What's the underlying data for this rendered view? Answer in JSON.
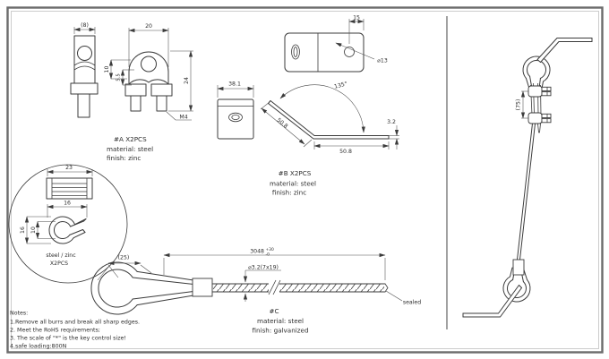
{
  "drawing": {
    "part_a": {
      "label": "#A X2PCS",
      "material": "material: steel",
      "finish": "finish: zinc",
      "dims": {
        "side_width": "(8)",
        "width": "20",
        "inner_height": "10",
        "saddle": "5.5",
        "height": "24",
        "thread": "M4"
      }
    },
    "part_b": {
      "label": "#B X2PCS",
      "material": "material: steel",
      "finish": "finish: zinc",
      "dims": {
        "hole_offset": "15",
        "hole_dia": "⌀13",
        "width": "38.1",
        "leg_a": "50.8",
        "angle": "135°",
        "leg_b": "50.8",
        "thickness": "3.2"
      }
    },
    "thimble": {
      "material": "steel / zinc",
      "qty": "X2PCS",
      "dims": {
        "outer_width": "23",
        "eye_width": "16",
        "eye_height": "16",
        "inner_height": "10"
      }
    },
    "part_c": {
      "label": "#C",
      "material": "material: steel",
      "finish": "finish: galvanized",
      "sealed": "sealed",
      "dims": {
        "thimble_len": "(25)",
        "length": "3048",
        "tol_plus": "+30",
        "tol_minus": "-0",
        "rope": "⌀3.2(7x19)"
      }
    },
    "assembly": {
      "dims": {
        "clip_gap": "(75)"
      }
    },
    "notes": {
      "title": "Notes:",
      "items": [
        "1.Remove all burrs and break all sharp edges.",
        "2. Meet the RoHS requirements;",
        "3. The scale of \"*\" is the key control size!",
        "4.safe loading:800N"
      ]
    }
  }
}
